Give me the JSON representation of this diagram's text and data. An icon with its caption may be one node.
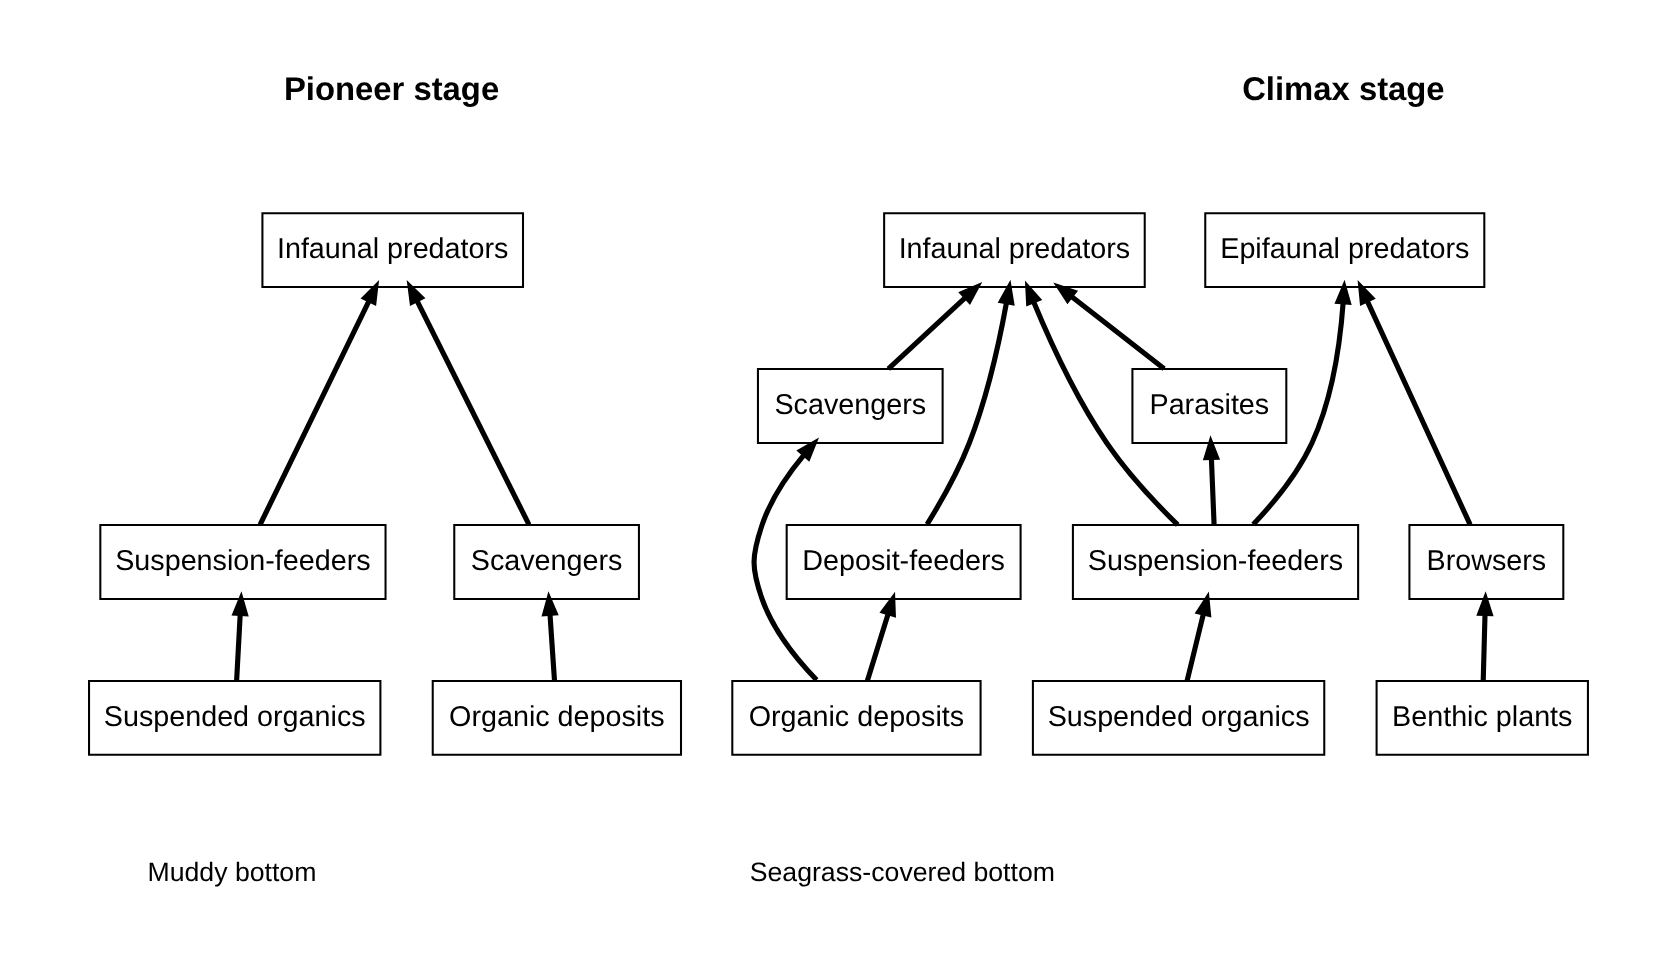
{
  "diagram": {
    "nodes": [
      {
        "text": [
          "Infaunal predators"
        ]
      },
      {
        "text": [
          "Scavengers"
        ]
      },
      {
        "text": [
          "Suspension-feeders"
        ]
      },
      {
        "text": [
          "Organic deposits"
        ]
      },
      {
        "text": [
          "Suspended organics"
        ]
      },
      {
        "text": [
          "Epifaunal predators"
        ]
      },
      {
        "text": [
          "Infaunal predators"
        ]
      },
      {
        "text": [
          "Scavengers"
        ]
      },
      {
        "text": [
          "Parasites"
        ]
      },
      {
        "text": [
          "Browsers"
        ]
      },
      {
        "text": [
          "Deposit-feeders"
        ]
      },
      {
        "text": [
          "Suspension-feeders"
        ]
      },
      {
        "text": [
          "Benthic plants"
        ]
      },
      {
        "text": [
          "Organic deposits"
        ]
      },
      {
        "text": [
          "Suspended organics"
        ]
      }
    ],
    "edges": [
      {
        "from": 1,
        "to": 0,
        "arrow": "to"
      },
      {
        "from": 2,
        "to": 0,
        "arrow": "to"
      },
      {
        "from": 3,
        "to": 1,
        "arrow": "to"
      },
      {
        "from": 4,
        "to": 2,
        "arrow": "to"
      },
      {
        "from": 9,
        "to": 5,
        "arrow": "to"
      },
      {
        "from": 11,
        "to": 5,
        "arrow": "to"
      },
      {
        "from": 7,
        "to": 6,
        "arrow": "to"
      },
      {
        "from": 10,
        "to": 6,
        "arrow": "to"
      },
      {
        "from": 8,
        "to": 6,
        "arrow": "to"
      },
      {
        "from": 11,
        "to": 6,
        "arrow": "to"
      },
      {
        "from": 11,
        "to": 8,
        "arrow": "to"
      },
      {
        "from": 12,
        "to": 9,
        "arrow": "to"
      },
      {
        "from": 13,
        "to": 7,
        "arrow": "to"
      },
      {
        "from": 13,
        "to": 10,
        "arrow": "to"
      },
      {
        "from": 14,
        "to": 11,
        "arrow": "to"
      }
    ],
    "labels": [
      "Pioneer stage",
      "Climax stage",
      "Muddy bottom",
      "Seagrass-covered bottom"
    ]
  }
}
